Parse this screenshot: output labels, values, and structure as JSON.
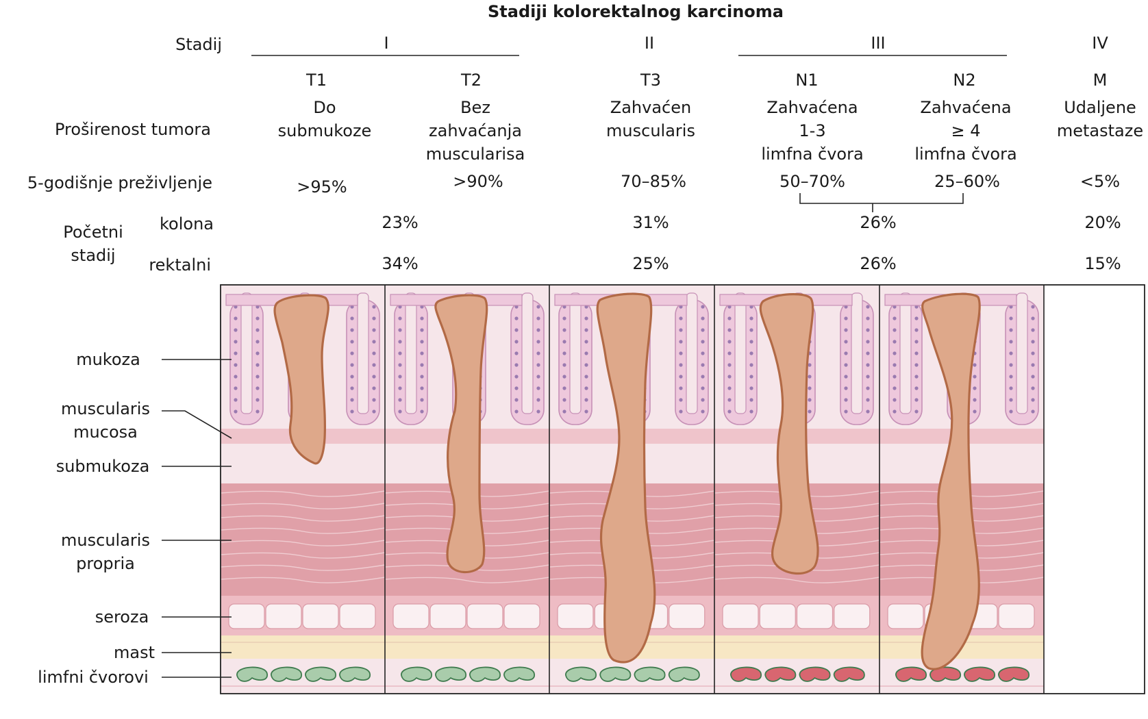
{
  "title": "Stadiji kolorektalnog karcinoma",
  "row_labels": {
    "stage": "Stadij",
    "extent": "Proširenost tumora",
    "survival": "5-godišnje preživljenje",
    "initial_line1": "Početni",
    "initial_line2": "stadij",
    "colon": "kolona",
    "rectal": "rektalni"
  },
  "stages": [
    "I",
    "II",
    "III",
    "IV"
  ],
  "columns": [
    {
      "code": "T1",
      "extent": [
        "Do",
        "submukoze"
      ],
      "survival": ">95%"
    },
    {
      "code": "T2",
      "extent": [
        "Bez",
        "zahvaćanja",
        "muscularisa"
      ],
      "survival": ">90%"
    },
    {
      "code": "T3",
      "extent": [
        "Zahvaćen",
        "muscularis"
      ],
      "survival": "70–85%"
    },
    {
      "code": "N1",
      "extent": [
        "Zahvaćena",
        "1-3",
        "limfna čvora"
      ],
      "survival": "50–70%"
    },
    {
      "code": "N2",
      "extent": [
        "Zahvaćena",
        "≥ 4",
        "limfna čvora"
      ],
      "survival": "25–60%"
    },
    {
      "code": "M",
      "extent": [
        "Udaljene",
        "metastaze"
      ],
      "survival": "<5%"
    }
  ],
  "initial_stage": {
    "colon": [
      "23%",
      "31%",
      "26%",
      "20%"
    ],
    "rectal": [
      "34%",
      "25%",
      "26%",
      "15%"
    ]
  },
  "layers": {
    "mucosa": "mukoza",
    "muscularis_mucosa_1": "muscularis",
    "muscularis_mucosa_2": "mucosa",
    "submucosa": "submukoza",
    "muscularis_propria_1": "muscularis",
    "muscularis_propria_2": "propria",
    "serosa": "seroza",
    "fat": "mast",
    "lymph_nodes": "limfni čvorovi"
  },
  "colors": {
    "mucosa_bg": "#f6e6ea",
    "epithelium": "#eec8dc",
    "epithelium_edge": "#c690b6",
    "nucleus": "#9a7ab0",
    "muscularis_mucosa": "#efc4cb",
    "muscle": "#e0a0a8",
    "muscle_line": "#f4d8dc",
    "serosa": "#eebcc4",
    "serosa_cell": "#faf0f2",
    "fat": "#f7e7c4",
    "node_normal": "#a9ccab",
    "node_normal_edge": "#3f7b4e",
    "node_cancer": "#d86670",
    "node_cancer_edge": "#3f7b4e",
    "tumor": "#dea88a",
    "tumor_edge": "#b26a46"
  }
}
